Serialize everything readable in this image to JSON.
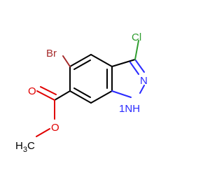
{
  "atom_labels": {
    "br": "Br",
    "cl": "Cl",
    "n_ring": "N",
    "nh_n": "N",
    "nh_h": "H",
    "h_prefix": "1",
    "o_carbonyl": "O",
    "o_ester": "O",
    "methyl_h": "H",
    "methyl_sub": "3",
    "methyl_c": "C"
  },
  "colors": {
    "oxygen": "#e00000",
    "nitrogen": "#2a2aff",
    "bromine": "#a52a2a",
    "chlorine": "#2e9d2e",
    "carbon": "#000000"
  }
}
